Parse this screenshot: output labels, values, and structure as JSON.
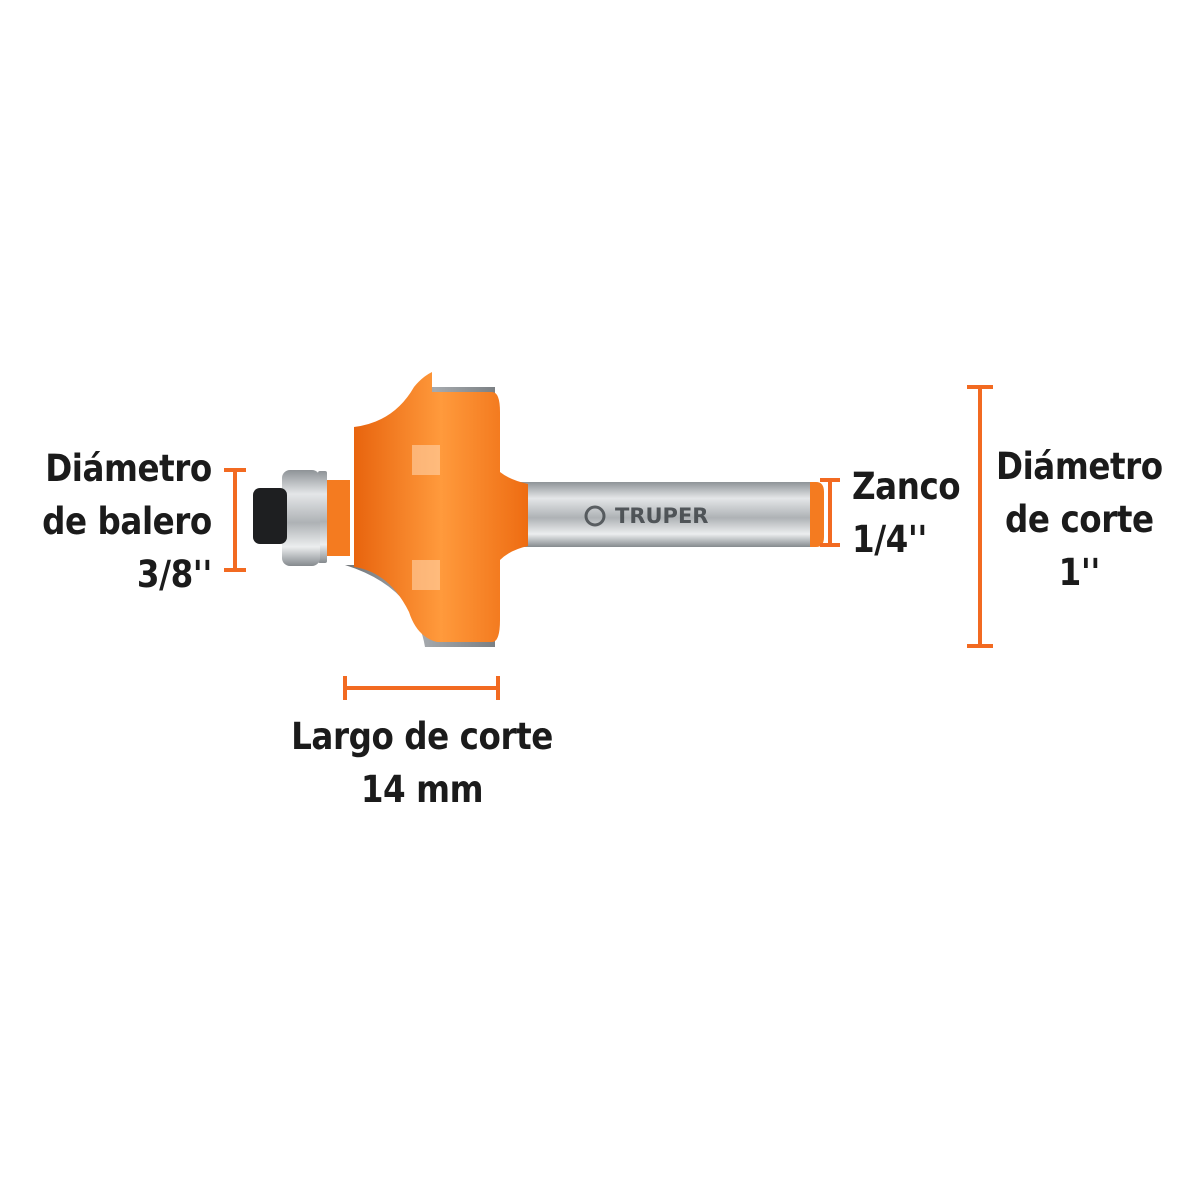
{
  "brand": "TRUPER",
  "colors": {
    "accent": "#f26a21",
    "text": "#1b1b1b",
    "steel": "#b8bcbf",
    "body": "#f47b20"
  },
  "labels": {
    "bearing_diameter": {
      "line1": "Diámetro",
      "line2": "de balero",
      "value": "3/8''"
    },
    "cut_length": {
      "line1": "Largo de corte",
      "value": "14 mm"
    },
    "shank": {
      "line1": "Zanco",
      "value": "1/4''"
    },
    "cut_diameter": {
      "line1": "Diámetro",
      "line2": "de corte",
      "value": "1''"
    }
  }
}
